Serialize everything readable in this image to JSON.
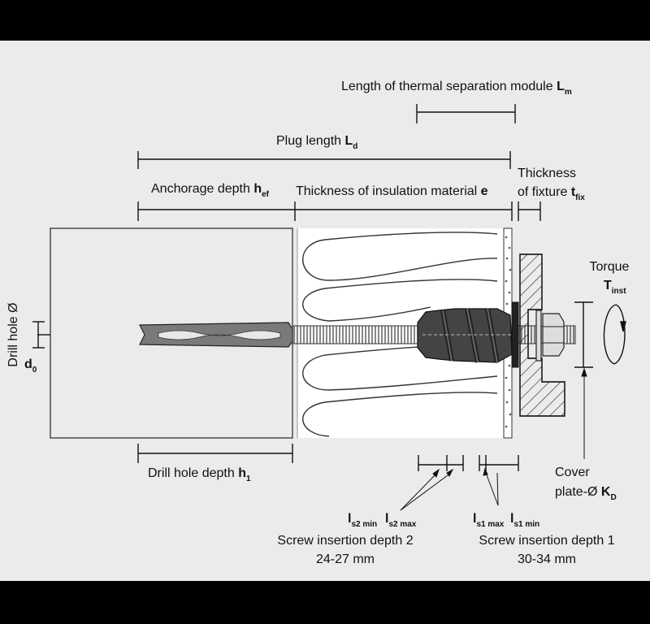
{
  "labels": {
    "lm_text": "Length of thermal separation module",
    "lm_sym": "L",
    "lm_sub": "m",
    "plug_text": "Plug length",
    "plug_sym": "L",
    "plug_sub": "d",
    "anchor_text": "Anchorage depth",
    "anchor_sym": "h",
    "anchor_sub": "ef",
    "insul_text": "Thickness of insulation material",
    "insul_sym": "e",
    "fix_line1": "Thickness",
    "fix_line2": "of fixture",
    "fix_sym": "t",
    "fix_sub": "fix",
    "torque_text": "Torque",
    "torque_sym": "T",
    "torque_sub": "inst",
    "drill_text": "Drill hole Ø",
    "drill_sym": "d",
    "drill_sub": "0",
    "depth_text": "Drill hole depth",
    "depth_sym": "h",
    "depth_sub": "1",
    "cover_line1": "Cover",
    "cover_line2": "plate-Ø",
    "cover_sym": "K",
    "cover_sub": "D",
    "ls2min_sym": "l",
    "ls2min_sub": "s2 min",
    "ls2max_sym": "l",
    "ls2max_sub": "s2 max",
    "ls1max_sym": "l",
    "ls1max_sub": "s1 max",
    "ls1min_sym": "l",
    "ls1min_sub": "s1 min",
    "screw2_title": "Screw insertion depth 2",
    "screw2_value": "24-27 mm",
    "screw1_title": "Screw insertion depth 1",
    "screw1_value": "30-34 mm"
  },
  "colors": {
    "background": "#ebebeb",
    "frame": "#000000",
    "line": "#111111",
    "rod": "#8a8a8a",
    "plug": "#3a3a3a"
  }
}
